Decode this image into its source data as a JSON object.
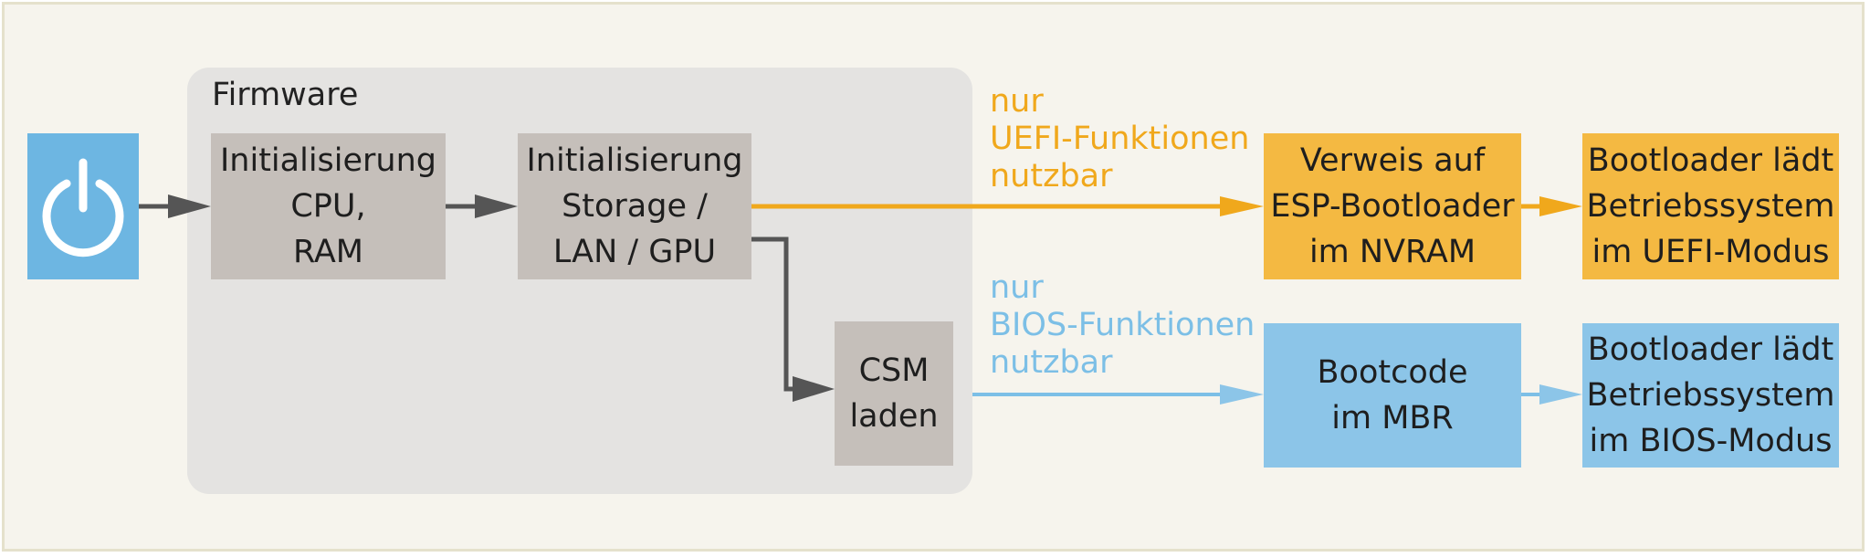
{
  "panel": {
    "label": "Firmware"
  },
  "nodes": {
    "power": {
      "icon": "power-icon",
      "color": "#6db6e2"
    },
    "init_cpu": {
      "label": "Initialisierung\nCPU,\nRAM"
    },
    "init_storage": {
      "label": "Initialisierung\nStorage /\nLAN / GPU"
    },
    "csm": {
      "label": "CSM\nladen"
    },
    "esp_ref": {
      "label": "Verweis auf\nESP-Bootloader\nim NVRAM"
    },
    "uefi_boot": {
      "label": "Bootloader lädt\nBetriebssystem\nim UEFI-Modus"
    },
    "mbr": {
      "label": "Bootcode\nim MBR"
    },
    "bios_boot": {
      "label": "Bootloader lädt\nBetriebssystem\nim BIOS-Modus"
    }
  },
  "annotations": {
    "uefi": "nur\nUEFI-Funktionen\nnutzbar",
    "bios": "nur\nBIOS-Funktionen\nnutzbar"
  },
  "colors": {
    "background": "#f6f4ed",
    "panel": "#e4e3e1",
    "gray_box": "#c5bfba",
    "uefi": "#f4b942",
    "uefi_line": "#f0a81c",
    "bios": "#8cc5e8",
    "bios_line": "#7cbfe6",
    "dark_line": "#555555"
  }
}
